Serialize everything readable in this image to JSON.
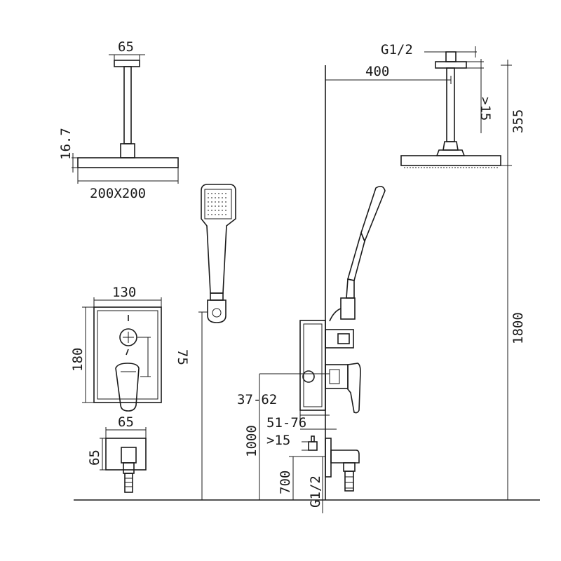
{
  "dimensions": {
    "arm_width": "65",
    "head_thickness": "16.7",
    "head_size": "200X200",
    "thread_top": "G1/2",
    "arm_length": "400",
    "min_15_top": ">15",
    "top_height": "355",
    "plate_width": "130",
    "plate_height": "180",
    "handle_spacing": "75",
    "plate_depth": "37-62",
    "body_depth": "51-76",
    "min_15_bottom": ">15",
    "spout_width": "65",
    "spout_height": "65",
    "valve_height": "1000",
    "outlet_height": "700",
    "thread_bottom": "G1/2",
    "total_height": "1800"
  }
}
